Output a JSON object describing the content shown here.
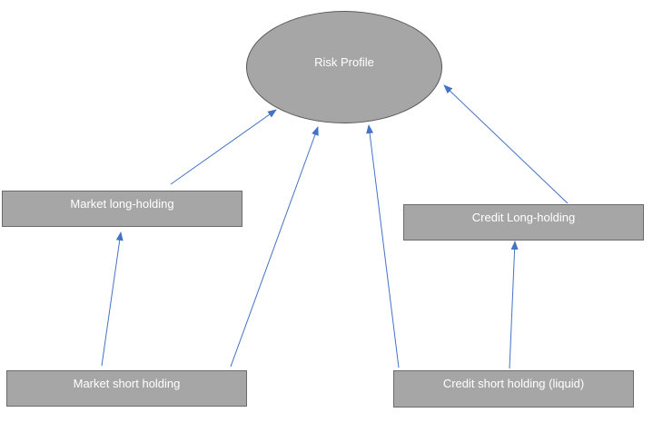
{
  "diagram": {
    "nodes": {
      "risk_profile": "Risk Profile",
      "market_long": "Market long-holding",
      "credit_long": "Credit Long-holding",
      "market_short": "Market short holding",
      "credit_short": "Credit short holding (liquid)"
    },
    "edges": [
      {
        "from": "Market long-holding",
        "to": "Risk Profile"
      },
      {
        "from": "Market short holding",
        "to": "Risk Profile"
      },
      {
        "from": "Credit short holding (liquid)",
        "to": "Risk Profile"
      },
      {
        "from": "Credit Long-holding",
        "to": "Risk Profile"
      },
      {
        "from": "Market short holding",
        "to": "Market long-holding"
      },
      {
        "from": "Credit short holding (liquid)",
        "to": "Credit Long-holding"
      }
    ],
    "colors": {
      "node_fill": "#a6a6a6",
      "edge": "#4472c4",
      "text": "#ffffff"
    }
  }
}
